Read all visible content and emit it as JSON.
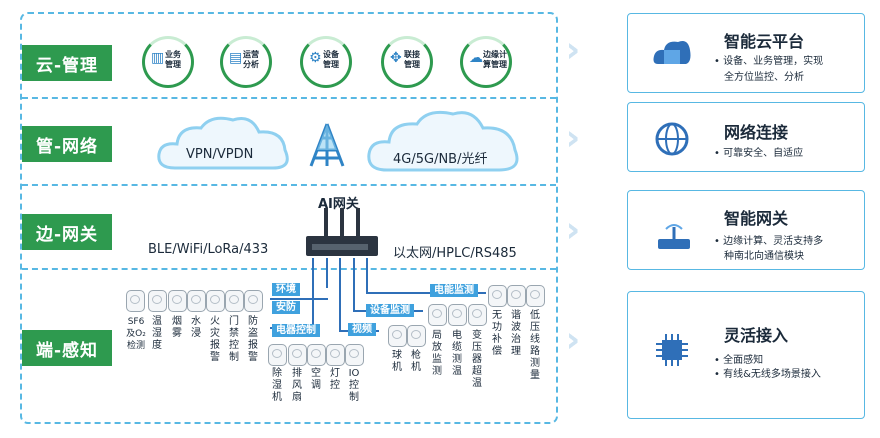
{
  "layers": [
    {
      "label": "云-管理"
    },
    {
      "label": "管-网络"
    },
    {
      "label": "边-网关"
    },
    {
      "label": "端-感知"
    }
  ],
  "cloud_items": [
    {
      "icon": "bar-chart-icon",
      "line1": "业务",
      "line2": "管理"
    },
    {
      "icon": "analytics-icon",
      "line1": "运营",
      "line2": "分析"
    },
    {
      "icon": "gear-icon",
      "line1": "设备",
      "line2": "管理"
    },
    {
      "icon": "network-icon",
      "line1": "联接",
      "line2": "管理"
    },
    {
      "icon": "cloud-compute-icon",
      "line1": "边缘计",
      "line2": "算管理"
    }
  ],
  "network": {
    "cloud_left": "VPN/VPDN",
    "cloud_right": "4G/5G/NB/光纤"
  },
  "gateway": {
    "title": "AI网关",
    "left_protocols": "BLE/WiFi/LoRa/433",
    "right_protocols": "以太网/HPLC/RS485"
  },
  "tags": {
    "env": "环境",
    "security": "安防",
    "power_control": "电器控制",
    "video": "视频",
    "device_monitor": "设备监测",
    "power_monitor": "电能监测"
  },
  "devices_env": [
    "SF6及O₂检测",
    "温湿度",
    "烟雾",
    "水浸",
    "火灾报警",
    "门禁控制",
    "防盗报警"
  ],
  "devices_control": [
    "除湿机",
    "排风扇",
    "空调",
    "灯控",
    "IO控制"
  ],
  "devices_video": [
    "球机",
    "枪机"
  ],
  "devices_monitor": [
    "局放监测",
    "电缆测温",
    "变压器超温"
  ],
  "devices_power": [
    "无功补偿",
    "谐波治理",
    "低压线路测量"
  ],
  "right_panels": [
    {
      "icon": "apps-cloud-icon",
      "title": "智能云平台",
      "lines": [
        "设备、业务管理，实现",
        "全方位监控、分析"
      ]
    },
    {
      "icon": "globe-icon",
      "title": "网络连接",
      "lines": [
        "可靠安全、自适应"
      ]
    },
    {
      "icon": "router-icon",
      "title": "智能网关",
      "lines": [
        "边缘计算、灵活支持多",
        "种南北向通信模块"
      ]
    },
    {
      "icon": "chip-icon",
      "title": "灵活接入",
      "lines": [
        "全面感知",
        "有线&无线多场景接入"
      ]
    }
  ],
  "colors": {
    "accent_green": "#2e9a4f",
    "accent_blue": "#3fa1de",
    "dashed": "#58b8e3"
  }
}
